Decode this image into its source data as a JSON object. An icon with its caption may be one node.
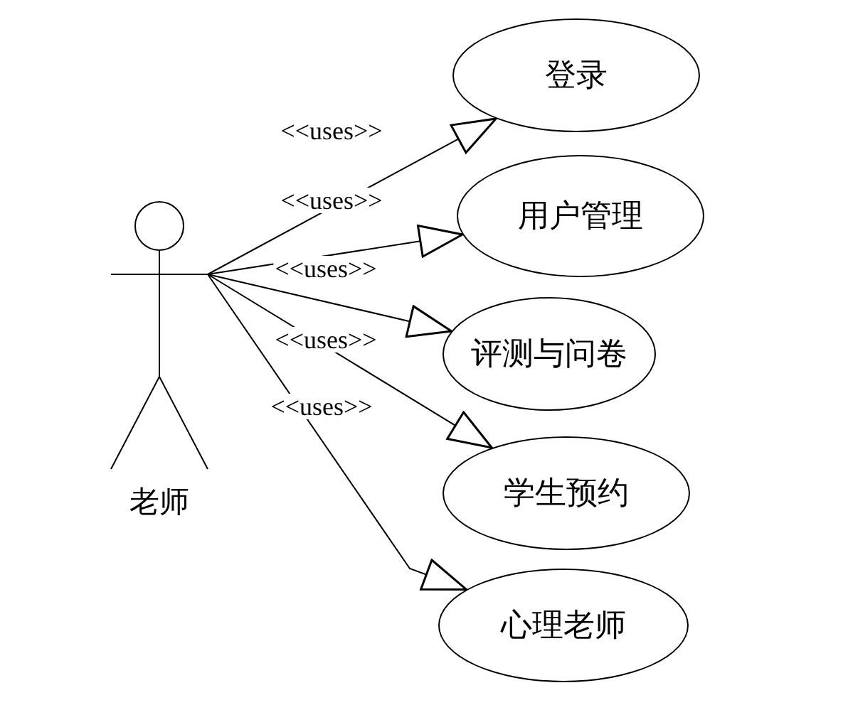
{
  "diagram": {
    "nodes": [
      {
        "text": [
          "老师"
        ]
      },
      {
        "text": [
          "登录"
        ]
      },
      {
        "text": [
          "用户管理"
        ]
      },
      {
        "text": [
          "评测与问卷"
        ]
      },
      {
        "text": [
          "学生预约"
        ]
      },
      {
        "text": [
          "心理老师"
        ]
      }
    ],
    "edges": [
      {
        "from": 0,
        "to": 1,
        "arrow": "to",
        "label": "<<uses>>"
      },
      {
        "from": 0,
        "to": 2,
        "arrow": "to",
        "label": "<<uses>>"
      },
      {
        "from": 0,
        "to": 3,
        "arrow": "to",
        "label": "<<uses>>"
      },
      {
        "from": 0,
        "to": 4,
        "arrow": "to",
        "label": "<<uses>>"
      },
      {
        "from": 0,
        "to": 5,
        "arrow": "to",
        "label": "<<uses>>"
      }
    ]
  }
}
